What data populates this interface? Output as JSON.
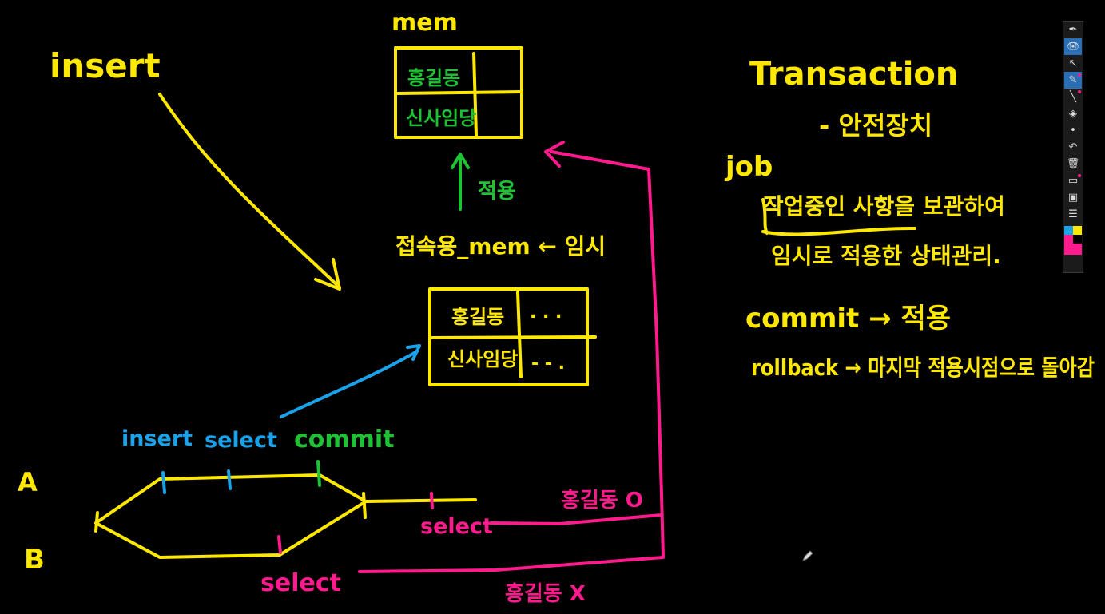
{
  "colors": {
    "yellow": "#ffe800",
    "green": "#1fc234",
    "pink": "#ff1b8d",
    "blue": "#1aa3ea",
    "background": "#000000"
  },
  "texts": {
    "insert": "insert",
    "mem": "mem",
    "table1_r1": "홍길동",
    "table1_r2": "신사임당",
    "apply_green": "적용",
    "temp_label": "접속용_mem ← 임시",
    "table2_r1": "홍길동",
    "table2_r1_val": ". . .",
    "table2_r2": "신사임당",
    "table2_r2_val": "- - .",
    "tl_insert": "insert",
    "tl_select": "select",
    "tl_commit": "commit",
    "label_a": "A",
    "label_b": "B",
    "select_pink_top": "select",
    "select_pink_bottom": "select",
    "hong_o": "홍길동 O",
    "hong_x": "홍길동 X",
    "transaction": "Transaction",
    "safety": "- 안전장치",
    "job": "job",
    "note1": "작업중인 사항을 보관하여",
    "note2": "임시로 적용한 상태관리.",
    "commit_rule": "commit → 적용",
    "rollback_rule": "rollback → 마지막 적용시점으로 돌아감"
  },
  "toolbar": {
    "items": [
      {
        "name": "pen-icon",
        "glyph": "✒",
        "active": false
      },
      {
        "name": "eye-icon",
        "glyph": "👁",
        "active": true
      },
      {
        "name": "pointer-icon",
        "glyph": "↖",
        "active": false
      },
      {
        "name": "highlighter-icon",
        "glyph": "✎",
        "active": true
      },
      {
        "name": "line-icon",
        "glyph": "╲",
        "active": false
      },
      {
        "name": "eraser-icon",
        "glyph": "◈",
        "active": false
      },
      {
        "name": "dot-icon",
        "glyph": "•",
        "active": false
      },
      {
        "name": "undo-icon",
        "glyph": "↶",
        "active": false
      },
      {
        "name": "trash-icon",
        "glyph": "🗑",
        "active": false
      },
      {
        "name": "board-icon",
        "glyph": "▭",
        "active": false
      },
      {
        "name": "camera-icon",
        "glyph": "▣",
        "active": false
      },
      {
        "name": "clipboard-icon",
        "glyph": "☰",
        "active": false
      }
    ],
    "swatches": [
      "#1aa3ea",
      "#ffe800",
      "#ff1b8d",
      "#000000",
      "#ff1b8d"
    ]
  }
}
